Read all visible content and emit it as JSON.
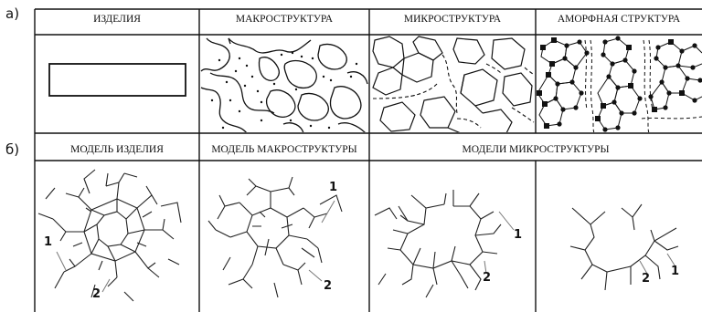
{
  "row_a": {
    "label": "а)",
    "headers": [
      "ИЗДЕЛИЯ",
      "МАКРОСТРУКТУРА",
      "МИКРОСТРУКТУРА",
      "АМОРФНАЯ СТРУКТУРА"
    ]
  },
  "row_b": {
    "label": "б)",
    "headers": [
      "МОДЕЛЬ ИЗДЕЛИЯ",
      "МОДЕЛЬ МАКРОСТРУКТУРЫ",
      "МОДЕЛИ МИКРОСТРУКТУРЫ"
    ]
  },
  "markers": {
    "one": "1",
    "two": "2"
  }
}
